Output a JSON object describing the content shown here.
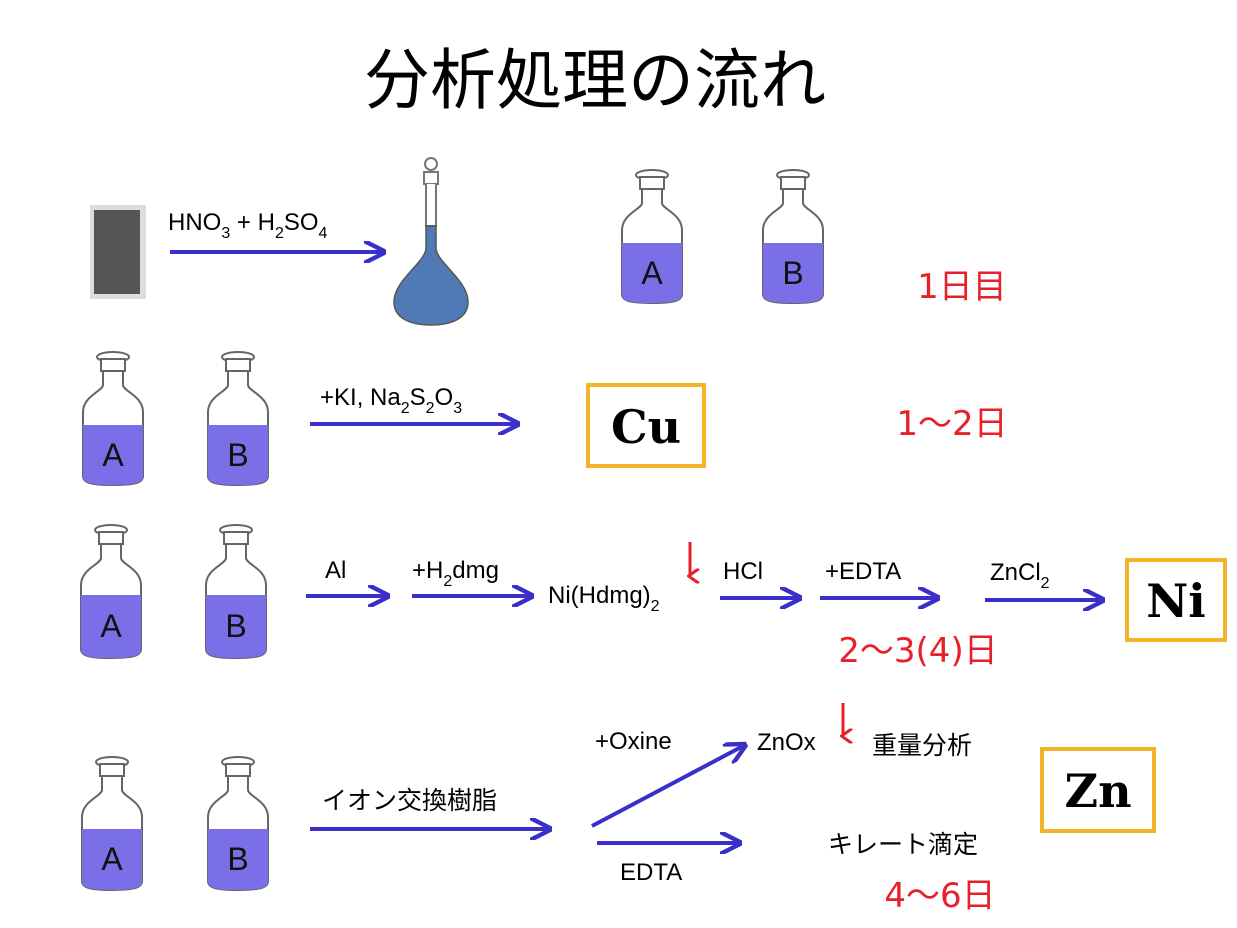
{
  "title": "分析処理の流れ",
  "colors": {
    "arrow": "#3a2fc9",
    "day_text": "#e8202a",
    "red_arrow": "#e8202a",
    "solution": "#7b6fe8",
    "box_border": "#f2b52a",
    "sample": "#555555",
    "flask": "#4f7ab5"
  },
  "bottle_labels": {
    "a": "A",
    "b": "B"
  },
  "stages": {
    "digestion": {
      "reagent": {
        "p1": "HNO",
        "s1": "3",
        "p2": " + H",
        "s2": "2",
        "p3": "SO",
        "s3": "4"
      },
      "day": "1日目"
    },
    "cu": {
      "reagent": {
        "p1": "+KI, Na",
        "s1": "2",
        "p2": "S",
        "s2": "2",
        "p3": "O",
        "s3": "3"
      },
      "element": "Cu",
      "day": "1～2日"
    },
    "ni": {
      "step1": "Al",
      "step2": {
        "p1": "+H",
        "s1": "2",
        "p2": "dmg"
      },
      "precipitate": {
        "p1": "Ni(Hdmg)",
        "s1": "2"
      },
      "step3": "HCl",
      "step4": "+EDTA",
      "step5": {
        "p1": "ZnCl",
        "s1": "2"
      },
      "element": "Ni",
      "day": "2～3(4)日"
    },
    "zn": {
      "step1": "イオン交換樹脂",
      "upper_reagent": "+Oxine",
      "precipitate": "ZnOx",
      "method1": "重量分析",
      "lower_reagent": "EDTA",
      "method2": "キレート滴定",
      "element": "Zn",
      "day": "4～6日"
    }
  }
}
